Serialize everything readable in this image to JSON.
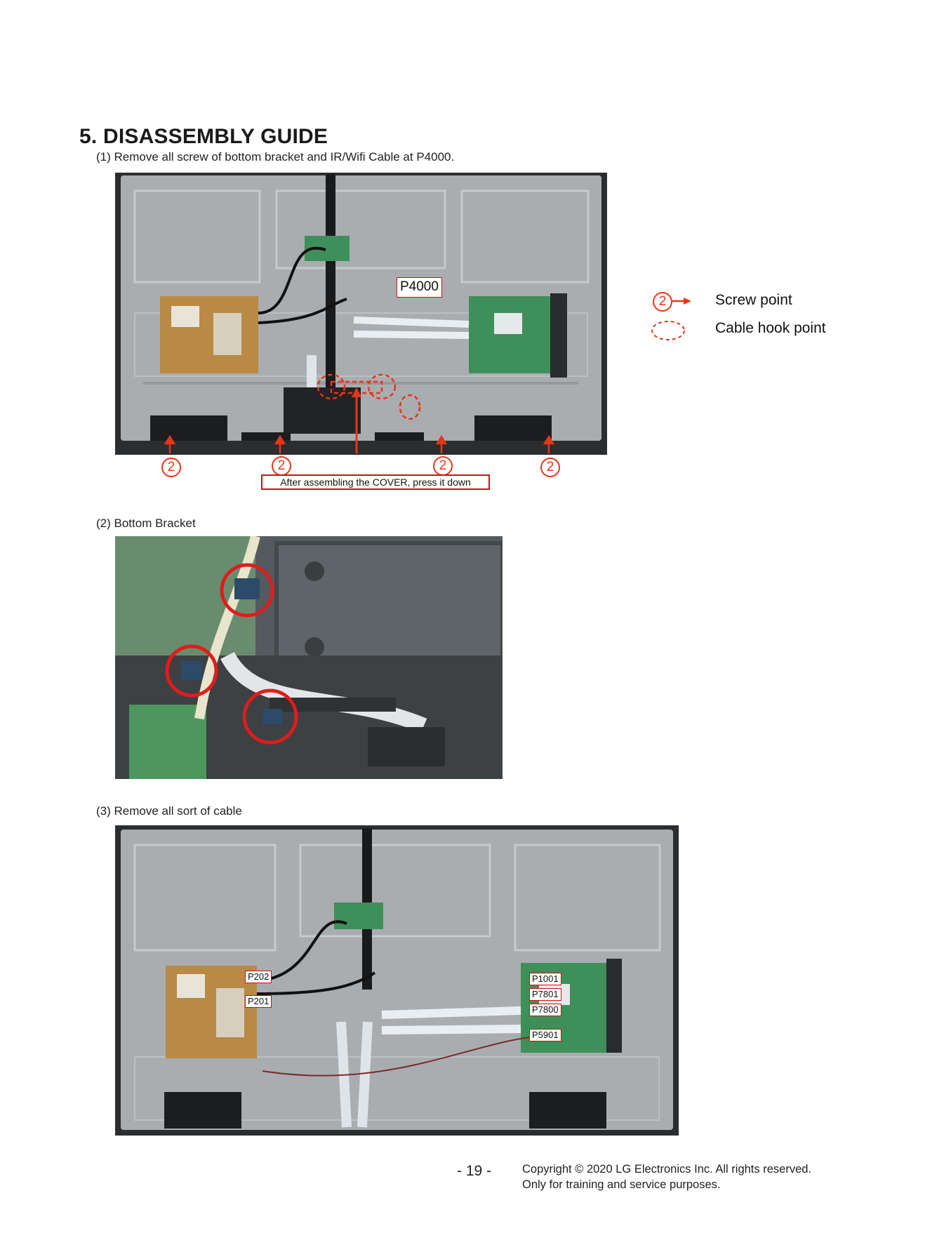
{
  "section_title": "5. DISASSEMBLY GUIDE",
  "steps": [
    {
      "label": "(1) Remove all screw of bottom bracket and IR/Wifi Cable at P4000."
    },
    {
      "label": "(2) Bottom Bracket"
    },
    {
      "label": "(3) Remove all sort of cable"
    }
  ],
  "figure1": {
    "connector_tag": "P4000",
    "screw_marker": "2",
    "note": "After assembling the COVER, press it down"
  },
  "legend": {
    "screw_point": "Screw point",
    "cable_hook_point": "Cable hook point"
  },
  "figure3": {
    "tags": [
      "P202",
      "P201",
      "P1001",
      "P7801",
      "P7800",
      "P5901"
    ]
  },
  "footer": {
    "page_number": "- 19 -",
    "copyright": "Copyright © 2020 LG Electronics Inc. All rights reserved.",
    "usage": "Only for training and service purposes."
  },
  "colors": {
    "accent_red": "#e8351a",
    "tag_border": "#d01010",
    "chassis": "#a9adb0",
    "pcb_green": "#3f8f5a",
    "psu_board": "#b88a45"
  }
}
